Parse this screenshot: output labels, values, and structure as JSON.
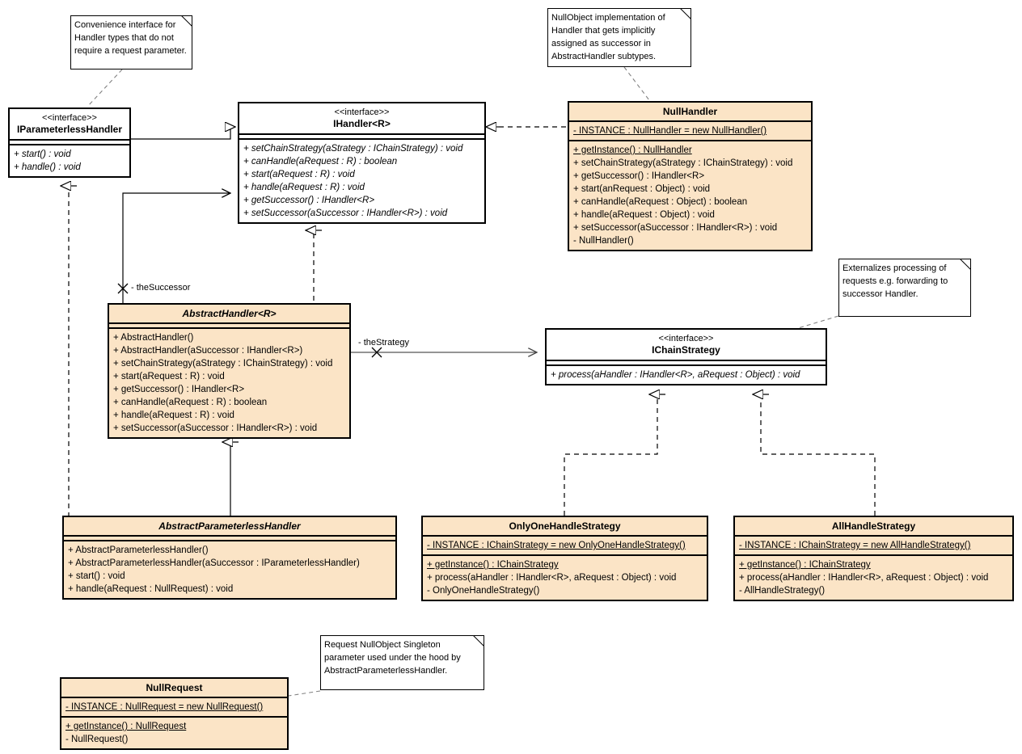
{
  "diagram": {
    "title": "Chain of Responsibility UML class diagram",
    "colors": {
      "class_fill": "#FBE4C6",
      "interface_fill": "#FFFFFF",
      "line": "#000000"
    }
  },
  "notes": [
    {
      "id": "note-convenience",
      "text": "Convenience interface for Handler types that do not require a request parameter."
    },
    {
      "id": "note-nullobject",
      "text": "NullObject implementation of Handler that gets implicitly assigned as successor in AbstractHandler subtypes."
    },
    {
      "id": "note-externalizes",
      "text": "Externalizes processing of requests e.g. forwarding to successor Handler."
    },
    {
      "id": "note-nullrequest",
      "text": "Request NullObject Singleton parameter used under the hood by AbstractParameterlessHandler."
    }
  ],
  "classes": {
    "iparameterless_handler": {
      "stereotype": "<<interface>>",
      "name": "IParameterlessHandler",
      "attributes": [],
      "operations": [
        "+ start() : void",
        "+ handle() : void"
      ]
    },
    "ihandler": {
      "stereotype": "<<interface>>",
      "name": "IHandler<R>",
      "attributes": [],
      "operations": [
        "+ setChainStrategy(aStrategy : IChainStrategy) : void",
        "+ canHandle(aRequest : R) : boolean",
        "+ start(aRequest : R) : void",
        "+ handle(aRequest : R) : void",
        "+ getSuccessor() : IHandler<R>",
        "+ setSuccessor(aSuccessor : IHandler<R>) : void"
      ]
    },
    "nullhandler": {
      "stereotype": "",
      "name": "NullHandler",
      "attributes": [
        "- INSTANCE : NullHandler = new NullHandler()"
      ],
      "operations": [
        "+ getInstance() : NullHandler",
        "+ setChainStrategy(aStrategy : IChainStrategy) : void",
        "+ getSuccessor() : IHandler<R>",
        "+ start(anRequest : Object) : void",
        "+ canHandle(aRequest : Object) : boolean",
        "+ handle(aRequest : Object) : void",
        "+ setSuccessor(aSuccessor : IHandler<R>) : void",
        "- NullHandler()"
      ]
    },
    "abstracthandler": {
      "stereotype": "",
      "name": "AbstractHandler<R>",
      "attributes": [],
      "operations": [
        "+ AbstractHandler()",
        "+ AbstractHandler(aSuccessor : IHandler<R>)",
        "+ setChainStrategy(aStrategy : IChainStrategy) : void",
        "+ start(aRequest : R) : void",
        "+ getSuccessor() : IHandler<R>",
        "+ canHandle(aRequest : R) : boolean",
        "+ handle(aRequest : R) : void",
        "+ setSuccessor(aSuccessor : IHandler<R>) : void"
      ]
    },
    "ichainstrategy": {
      "stereotype": "<<interface>>",
      "name": "IChainStrategy",
      "attributes": [],
      "operations": [
        "+ process(aHandler : IHandler<R>, aRequest : Object) : void"
      ]
    },
    "abstractparameterlesshandler": {
      "stereotype": "",
      "name": "AbstractParameterlessHandler",
      "attributes": [],
      "operations": [
        "+ AbstractParameterlessHandler()",
        "+ AbstractParameterlessHandler(aSuccessor : IParameterlessHandler)",
        "+ start() : void",
        "+ handle(aRequest : NullRequest) : void"
      ]
    },
    "onlyonehandlestrategy": {
      "stereotype": "",
      "name": "OnlyOneHandleStrategy",
      "attributes": [
        "- INSTANCE : IChainStrategy = new OnlyOneHandleStrategy()"
      ],
      "operations": [
        "+ getInstance() : IChainStrategy",
        "+ process(aHandler : IHandler<R>, aRequest : Object) : void",
        "- OnlyOneHandleStrategy()"
      ]
    },
    "allhandlestrategy": {
      "stereotype": "",
      "name": "AllHandleStrategy",
      "attributes": [
        "- INSTANCE : IChainStrategy = new AllHandleStrategy()"
      ],
      "operations": [
        "+ getInstance() : IChainStrategy",
        "+ process(aHandler : IHandler<R>, aRequest : Object) : void",
        "- AllHandleStrategy()"
      ]
    },
    "nullrequest": {
      "stereotype": "",
      "name": "NullRequest",
      "attributes": [
        "- INSTANCE : NullRequest = new NullRequest()"
      ],
      "operations": [
        "+ getInstance() : NullRequest",
        "- NullRequest()"
      ]
    }
  },
  "edge_labels": {
    "the_successor": "- theSuccessor",
    "the_strategy": "- theStrategy"
  }
}
